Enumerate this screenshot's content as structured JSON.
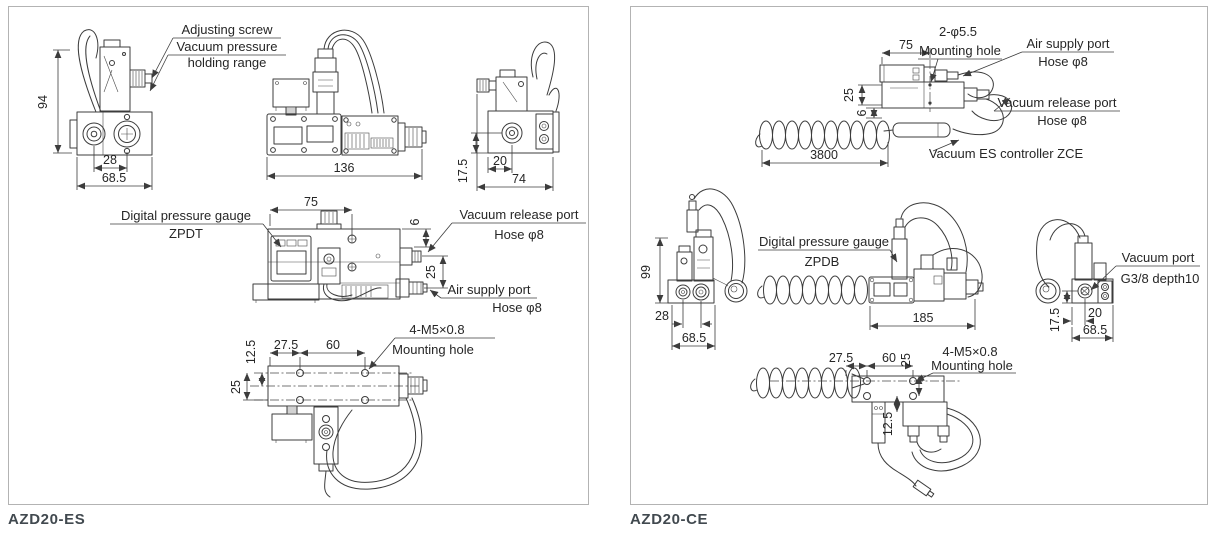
{
  "left_panel": {
    "caption": "AZD20-ES",
    "labels": {
      "adjusting_screw": "Adjusting screw",
      "holding_range_line1": "Vacuum pressure",
      "holding_range_line2": "holding range",
      "gauge_line1": "Digital pressure gauge",
      "gauge_line2": "ZPDT",
      "vacuum_release_line1": "Vacuum release port",
      "vacuum_release_line2": "Hose φ8",
      "air_supply_line1": "Air supply port",
      "air_supply_line2": "Hose φ8",
      "mounting_line1": "4-M5×0.8",
      "mounting_line2": "Mounting hole"
    },
    "dims": {
      "d94": "94",
      "d28": "28",
      "d68_5": "68.5",
      "d136": "136",
      "d17_5": "17.5",
      "d20": "20",
      "d74": "74",
      "d75": "75",
      "d6": "6",
      "d25": "25",
      "d12_5": "12.5",
      "d27_5": "27.5",
      "d60": "60",
      "d25b": "25"
    }
  },
  "right_panel": {
    "caption": "AZD20-CE",
    "labels": {
      "mounting2_line1": "2-φ5.5",
      "mounting2_line2": "Mounting hole",
      "air_supply_line1": "Air supply port",
      "air_supply_line2": "Hose φ8",
      "vacuum_release_line1": "Vacuum release port",
      "vacuum_release_line2": "Hose φ8",
      "controller": "Vacuum ES controller ZCE",
      "gauge_line1": "Digital pressure gauge",
      "gauge_line2": "ZPDB",
      "vacuum_port_line1": "Vacuum port",
      "vacuum_port_line2": "G3/8 depth10",
      "mounting_line1": "4-M5×0.8",
      "mounting_line2": "Mounting hole"
    },
    "dims": {
      "d75": "75",
      "d25": "25",
      "d6": "6",
      "d3800": "3800",
      "d99": "99",
      "d28": "28",
      "d68_5": "68.5",
      "d185": "185",
      "d17_5": "17.5",
      "d20": "20",
      "d68_5b": "68.5",
      "d27_5": "27.5",
      "d60": "60",
      "d25b": "25",
      "d12_5": "12.5"
    }
  }
}
